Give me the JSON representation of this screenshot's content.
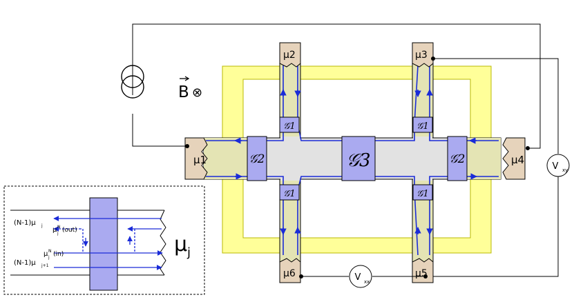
{
  "field": {
    "label": "B",
    "direction": "⊗"
  },
  "contacts": {
    "c1": "μ1",
    "c2": "μ2",
    "c3": "μ3",
    "c4": "μ4",
    "c5": "μ5",
    "c6": "μ6"
  },
  "gates": {
    "qpc": "𝒢1",
    "side": "𝒢2",
    "center": "𝒢3"
  },
  "meters": {
    "vxx_main": "V",
    "vxx_sub": "xx",
    "vxy_main": "V",
    "vxy_sub": "xy"
  },
  "inset": {
    "reservoir_main": "μ",
    "reservoir_sub": "j",
    "row1": "(N-1)μ",
    "row1_sub": "j",
    "row2": "μ",
    "row2_sup": "N",
    "row2_sub": "j",
    "row2_tail": "(out)",
    "row3": "μ",
    "row3_sup": "N",
    "row3_sub": "j",
    "row3_tail": "(in)",
    "row4": "(N-1)μ",
    "row4_sub": "j+1"
  },
  "colors": {
    "gate_yellow": "#ffff99",
    "gate_yellow_border": "#b8b800",
    "channel": "#e0e0e0",
    "qpc_fill": "#e4e4b4",
    "contact": "#e6d3bb",
    "gate_box": "#aaaaf0",
    "edge_blue": "#1a2bd8"
  }
}
